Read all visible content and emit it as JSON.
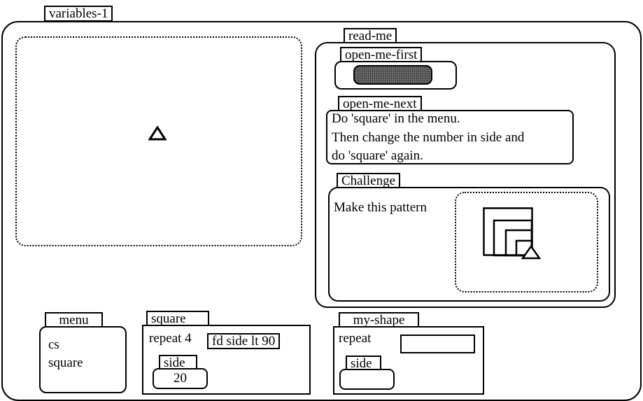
{
  "world": {
    "title": "variables-1"
  },
  "read_me": {
    "title": "read-me",
    "open_me_first": {
      "title": "open-me-first"
    },
    "open_me_next": {
      "title": "open-me-next",
      "lines": [
        "Do 'square' in the menu.",
        "Then change the number in side and",
        "do  'square' again."
      ]
    },
    "challenge": {
      "title": "Challenge",
      "text": "Make this pattern"
    }
  },
  "menu": {
    "title": "menu",
    "items": [
      "cs",
      "square"
    ]
  },
  "square": {
    "title": "square",
    "repeat_label": "repeat 4",
    "command": "fd side lt 90",
    "side_label": "side",
    "side_value": "20"
  },
  "my_shape": {
    "title": "my-shape",
    "repeat_label": "repeat",
    "side_label": "side",
    "repeat_value": "",
    "side_value": ""
  }
}
